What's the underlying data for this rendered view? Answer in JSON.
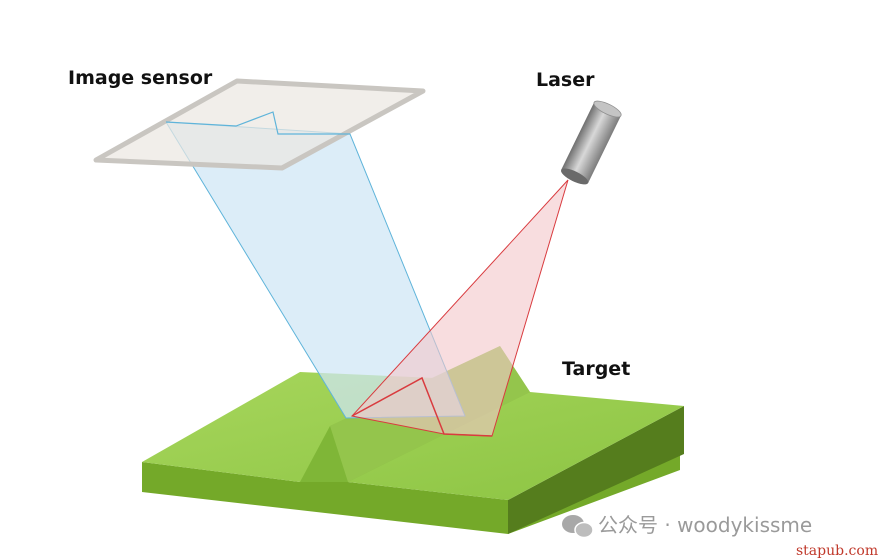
{
  "labels": {
    "image_sensor": "Image sensor",
    "laser": "Laser",
    "target": "Target"
  },
  "watermark": {
    "channel": "公众号 · woodykissme",
    "site": "stapub.com"
  },
  "colors": {
    "sensor_fill": "#ece8e2",
    "sensor_edge": "#c9c6c1",
    "view_fill": "#cfe6f5",
    "view_edge": "#5fb4da",
    "beam_fill": "#f3c6c9",
    "beam_edge": "#d93b3f",
    "target_top": "#9ccf52",
    "target_front": "#74a929",
    "target_side": "#557d1d",
    "laser_body": "#9a9a9a"
  },
  "icons": {
    "watermark": "wechat-icon"
  }
}
